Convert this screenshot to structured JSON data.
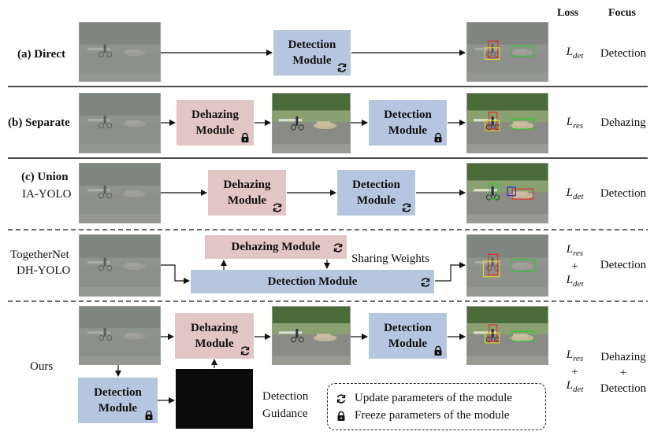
{
  "header": {
    "loss": "Loss",
    "focus": "Focus"
  },
  "rows": {
    "direct": {
      "label": "(a) Direct",
      "module": [
        "Detection",
        "Module"
      ],
      "loss_base": "L",
      "loss_sub": "det",
      "focus": "Detection"
    },
    "separate": {
      "label": "(b) Separate",
      "dehaze": [
        "Dehazing",
        "Module"
      ],
      "detect": [
        "Detection",
        "Module"
      ],
      "loss_base": "L",
      "loss_sub": "res",
      "focus": "Dehazing"
    },
    "union": {
      "label": "(c) Union",
      "method": "IA-YOLO",
      "dehaze": [
        "Dehazing",
        "Module"
      ],
      "detect": [
        "Detection",
        "Module"
      ],
      "loss_base": "L",
      "loss_sub": "det",
      "focus": "Detection"
    },
    "together": {
      "method1": "TogetherNet",
      "method2": "DH-YOLO",
      "dehaze": "Dehazing Module",
      "detect": "Detection Module",
      "sharing": "Sharing Weights",
      "loss1_base": "L",
      "loss1_sub": "res",
      "plus": "+",
      "loss2_base": "L",
      "loss2_sub": "det",
      "focus": "Detection"
    },
    "ours": {
      "label": "Ours",
      "dehaze": [
        "Dehazing",
        "Module"
      ],
      "detect_top": [
        "Detection",
        "Module"
      ],
      "detect_bottom": [
        "Detection",
        "Module"
      ],
      "guidance": [
        "Detection",
        "Guidance"
      ],
      "loss1_base": "L",
      "loss1_sub": "res",
      "plus": "+",
      "loss2_base": "L",
      "loss2_sub": "det",
      "focus1": "Dehazing",
      "focus_plus": "+",
      "focus2": "Detection"
    }
  },
  "legend": {
    "update": "Update parameters of the module",
    "freeze": "Freeze parameters of the module"
  },
  "icons": {
    "update": "refresh-icon",
    "freeze": "lock-icon"
  },
  "colors": {
    "detection_module": "#b7c6e0",
    "dehazing_module": "#e2c6c4"
  }
}
